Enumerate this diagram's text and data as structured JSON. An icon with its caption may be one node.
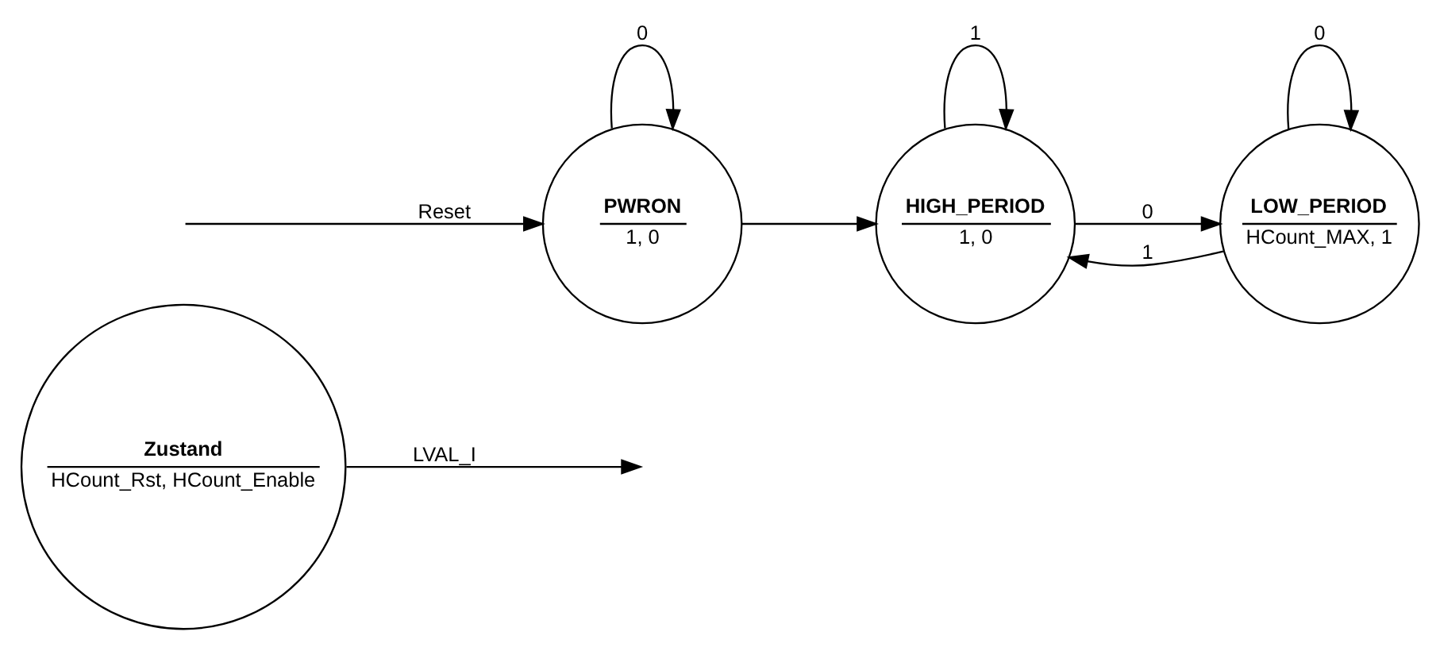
{
  "diagram": {
    "nodes": [
      {
        "text": [
          "Zustand",
          "HCount_Rst, HCount_Enable"
        ]
      },
      {
        "text": [
          "PWRON",
          "1, 0"
        ]
      },
      {
        "text": [
          "HIGH_PERIOD",
          "1, 0"
        ]
      },
      {
        "text": [
          "LOW_PERIOD",
          "HCount_MAX, 1"
        ]
      }
    ],
    "edges": [
      {
        "from": 0,
        "to": null,
        "label": "LVAL_I",
        "arrow": "to"
      },
      {
        "from": null,
        "to": 1,
        "label": "Reset",
        "arrow": "to"
      },
      {
        "from": 1,
        "to": 1,
        "label": "0",
        "arrow": "to"
      },
      {
        "from": 1,
        "to": 2,
        "arrow": "to"
      },
      {
        "from": 2,
        "to": 2,
        "label": "1",
        "arrow": "to"
      },
      {
        "from": 2,
        "to": 3,
        "label": "0",
        "arrow": "to"
      },
      {
        "from": 3,
        "to": 2,
        "label": "1",
        "arrow": "to"
      },
      {
        "from": 3,
        "to": 3,
        "label": "0",
        "arrow": "to"
      }
    ]
  }
}
